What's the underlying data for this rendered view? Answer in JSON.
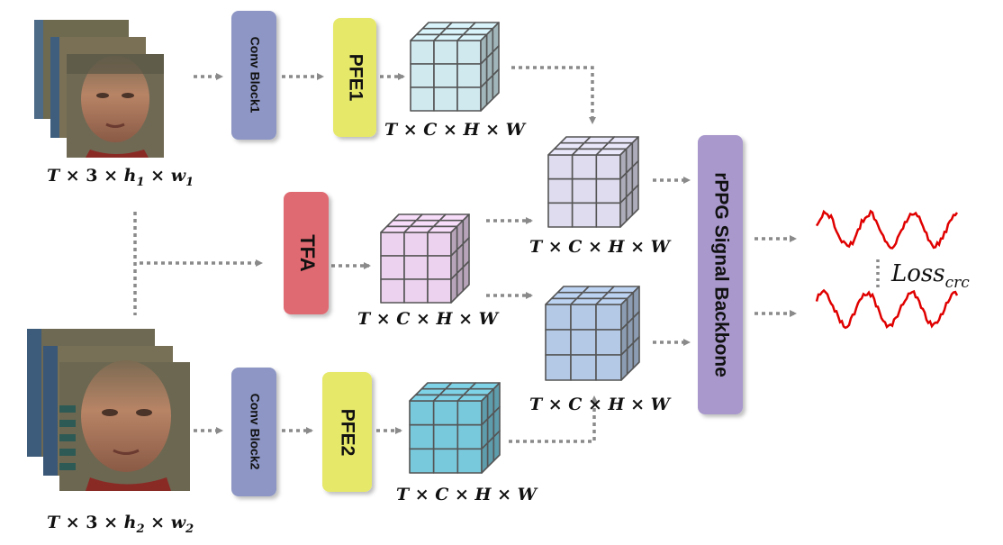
{
  "images": {
    "small_stack": {
      "label_parts": [
        "T",
        " × 3 × ",
        "h",
        "1",
        " × ",
        "w",
        "1"
      ]
    },
    "large_stack": {
      "label_parts": [
        "T",
        " × 3 × ",
        "h",
        "2",
        " × ",
        "w",
        "2"
      ]
    }
  },
  "blocks": {
    "conv1": {
      "label": "Conv Block1",
      "color": "#8d96c4"
    },
    "conv2": {
      "label": "Conv Block2",
      "color": "#8d96c4"
    },
    "pfe1": {
      "label": "PFE1",
      "color": "#e6e86a"
    },
    "pfe2": {
      "label": "PFE2",
      "color": "#e6e86a"
    },
    "tfa": {
      "label": "TFA",
      "color": "#e06b72"
    },
    "backbone": {
      "label": "rPPG Signal Backbone",
      "color": "#a898cc"
    }
  },
  "tensors": {
    "shape_label": "T × C × H × W",
    "colors": {
      "pfe1": "#cfe9ef",
      "tfa": "#ecd2ee",
      "pfe2": "#79c9dc",
      "fused_top": "#dedcee",
      "fused_bottom": "#b4c9e6"
    }
  },
  "loss": {
    "base": "Loss",
    "sub": "crc"
  },
  "signal_color": "#e00000",
  "arrow_color": "#8a8a8a"
}
